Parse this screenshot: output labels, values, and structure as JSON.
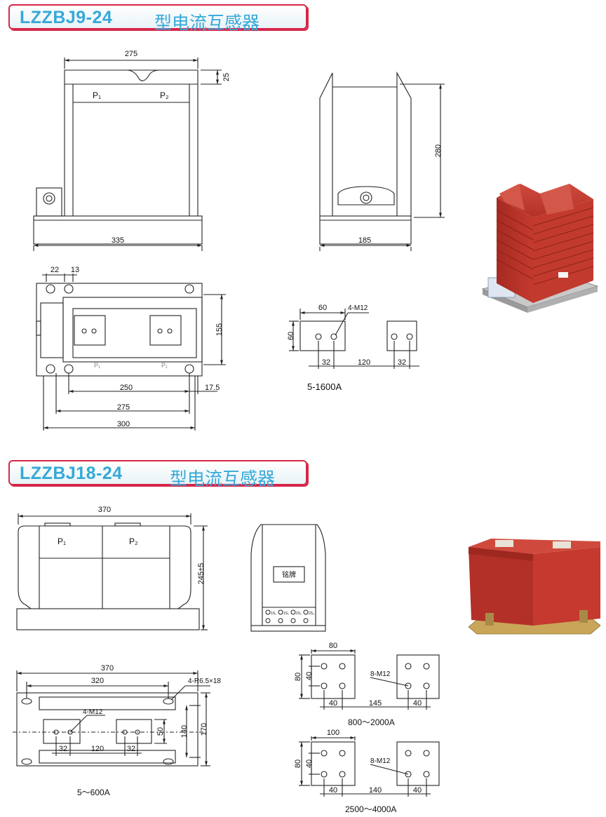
{
  "section1": {
    "title_model": "LZZBJ9-24",
    "title_kind": "型电流互感器",
    "front": {
      "width_top": "275",
      "cap": "25",
      "width_base": "335",
      "p1": "P₁",
      "p2": "P₂"
    },
    "side": {
      "height": "280",
      "width": "185"
    },
    "plan": {
      "d22": "22",
      "d13": "13",
      "d155": "155",
      "d250": "250",
      "d17_5": "17.5",
      "d275": "275",
      "d300": "300",
      "p1": "P₁",
      "p2": "P₁"
    },
    "terminal": {
      "d60w": "60",
      "d60h": "60",
      "bolt": "4-M12",
      "d32a": "32",
      "d120": "120",
      "d32b": "32",
      "range": "5-1600A"
    }
  },
  "section2": {
    "title_model": "LZZBJ18-24",
    "title_kind": "型电流互感器",
    "front": {
      "width": "370",
      "height": "245±5",
      "p1": "P₁",
      "p2": "P₂"
    },
    "side": {
      "nameplate": "铭牌",
      "terms": [
        "1S₁",
        "1S₂",
        "2S₁",
        "2S₂"
      ]
    },
    "plan": {
      "d370": "370",
      "d320": "320",
      "slot": "4-R6.5×18",
      "bolt": "4-M12",
      "d50": "50",
      "d140": "140",
      "d170": "170",
      "d32a": "32",
      "d120": "120",
      "d32b": "32",
      "range": "5～600A"
    },
    "term_a": {
      "d80w": "80",
      "d80h": "80",
      "d40v": "40",
      "bolt": "8-M12",
      "d40a": "40",
      "d145": "145",
      "d40b": "40",
      "range": "800～2000A"
    },
    "term_b": {
      "d100w": "100",
      "d80h": "80",
      "d40v": "40",
      "bolt": "8-M12",
      "d40a": "40",
      "d140": "140",
      "d40b": "40",
      "range": "2500～4000A"
    }
  },
  "colors": {
    "title_text": "#35a9d8",
    "title_border": "#d7264b",
    "resin_red": "#b8332a",
    "line": "#222222"
  }
}
